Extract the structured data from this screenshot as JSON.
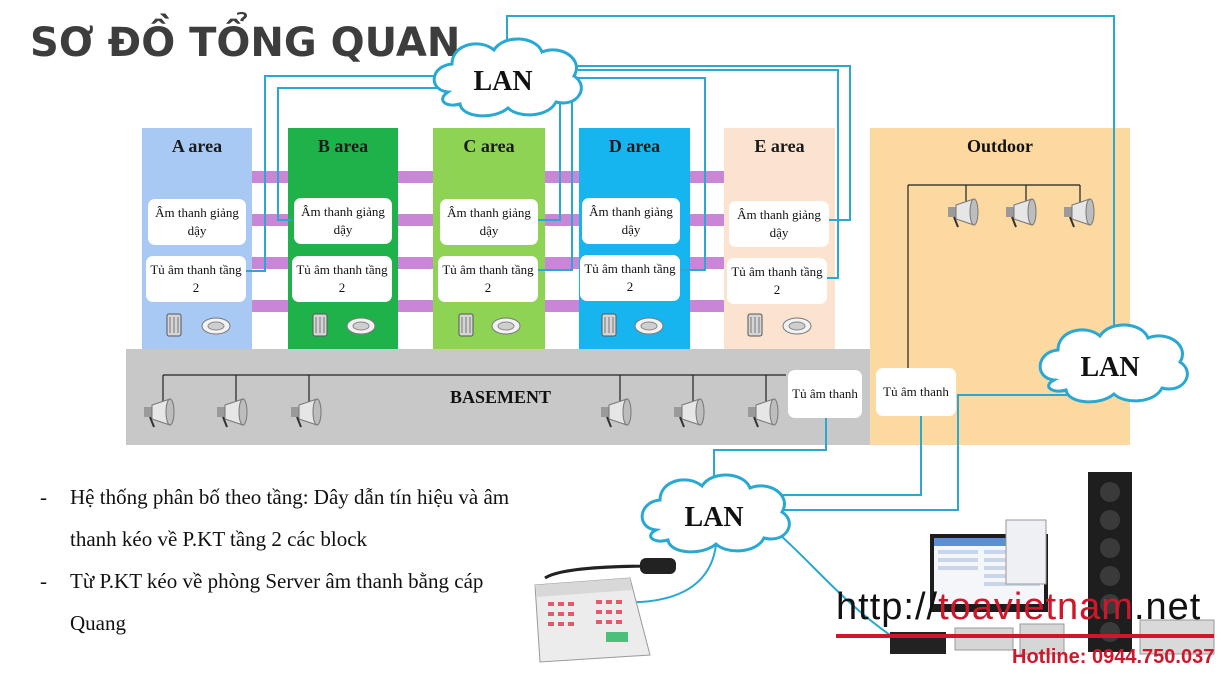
{
  "title": "SƠ ĐỒ TỔNG QUAN",
  "areas": [
    {
      "label": "A area",
      "color": "#a9c9f5",
      "box1": "Âm thanh giảng dậy",
      "box2": "Tủ âm thanh tầng 2"
    },
    {
      "label": "B area",
      "color": "#1fb24a",
      "box1": "Âm thanh giảng dậy",
      "box2": "Tủ âm thanh tầng 2"
    },
    {
      "label": "C area",
      "color": "#8ed354",
      "box1": "Âm thanh giảng dậy",
      "box2": "Tủ âm thanh tầng 2"
    },
    {
      "label": "D area",
      "color": "#17b5ef",
      "box1": "Âm thanh giảng dậy",
      "box2": "Tủ âm thanh tầng 2"
    },
    {
      "label": "E area",
      "color": "#fbe3d0",
      "box1": "Âm thanh giảng dậy",
      "box2": "Tủ âm thanh tầng 2"
    }
  ],
  "outdoor": {
    "label": "Outdoor",
    "cabinet": "Tủ âm thanh",
    "color": "#fbd9a0"
  },
  "basement": {
    "label": "BASEMENT",
    "cabinet": "Tủ âm thanh",
    "color": "#c8c8c8"
  },
  "lan_labels": {
    "top": "LAN",
    "right": "LAN",
    "bottom": "LAN"
  },
  "bullets": [
    "Hệ thống phân bố theo tầng: Dây dẫn tín hiệu và âm thanh kéo về P.KT tầng 2 các block",
    "Từ P.KT kéo về phòng Server âm thanh bằng cáp Quang"
  ],
  "watermark": {
    "url_prefix": "http://",
    "url_brand": "toavietnam",
    "url_suffix": ".net",
    "hotline": "Hotline: 0944.750.037"
  },
  "colors": {
    "cable": "#2aa8d2",
    "purple_link": "#c985d6",
    "accent_red": "#d0162a"
  }
}
